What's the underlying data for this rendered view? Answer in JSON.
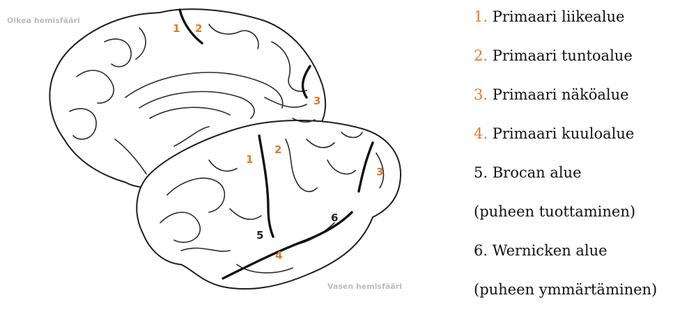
{
  "figure": {
    "hemisphere_labels": {
      "right": "Oikea hemisfääri",
      "left": "Vasen hemisfääri"
    },
    "markers": {
      "right_1": "1",
      "right_2": "2",
      "right_3": "3",
      "left_1": "1",
      "left_2": "2",
      "left_3": "3",
      "left_4": "4",
      "left_5": "5",
      "left_6": "6"
    },
    "colors": {
      "primary_area_marker": "#e07b2a",
      "other_area_marker": "#222222",
      "hemisphere_label": "#bdbdbd"
    }
  },
  "legend": [
    {
      "number": "1.",
      "text": " Primaari liikealue",
      "colored": true
    },
    {
      "number": "2.",
      "text": " Primaari tuntoalue",
      "colored": true
    },
    {
      "number": "3.",
      "text": " Primaari näköalue",
      "colored": true
    },
    {
      "number": "4.",
      "text": " Primaari kuuloalue",
      "colored": true
    },
    {
      "number": "5.",
      "text": " Brocan alue",
      "colored": false
    },
    {
      "number": "",
      "text": "(puheen tuottaminen)",
      "colored": false
    },
    {
      "number": "6.",
      "text": " Wernicken alue",
      "colored": false
    },
    {
      "number": "",
      "text": "(puheen ymmärtäminen)",
      "colored": false
    }
  ]
}
